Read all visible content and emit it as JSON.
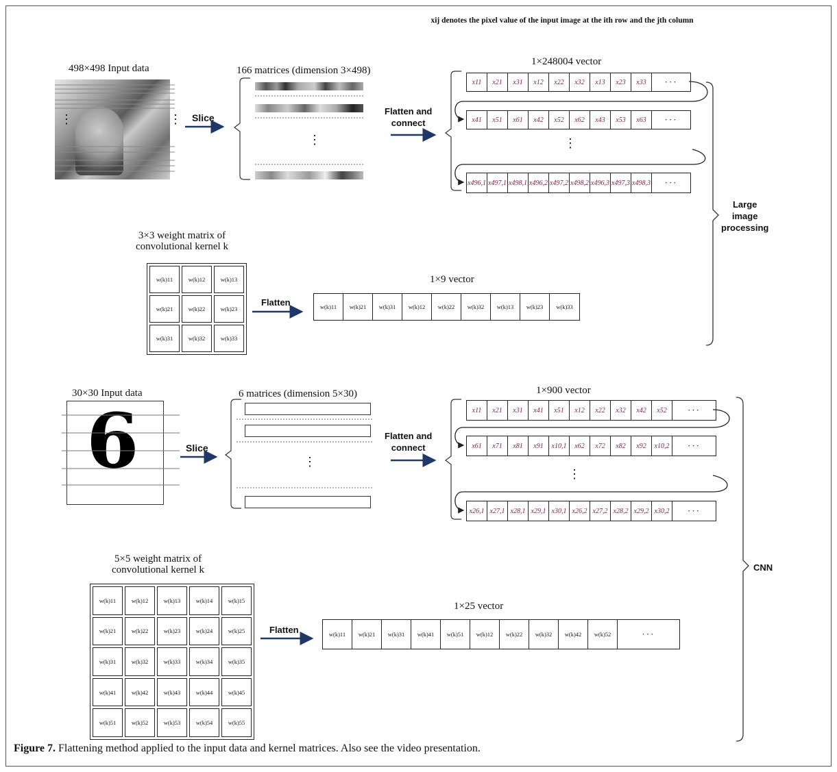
{
  "note": "xij denotes the pixel value of the input image at the ith row and the jth column",
  "top": {
    "input_label": "498×498 Input data",
    "matrices_label": "166 matrices (dimension 3×498)",
    "vector_label": "1×248004 vector",
    "slice_label": "Slice",
    "flatten_connect": [
      "Flatten and",
      "connect"
    ],
    "row1": [
      "x11",
      "x21",
      "x31",
      "x12",
      "x22",
      "x32",
      "x13",
      "x23",
      "x33",
      "···"
    ],
    "row2": [
      "x41",
      "x51",
      "x61",
      "x42",
      "x52",
      "x62",
      "x43",
      "x53",
      "x63",
      "···"
    ],
    "row3": [
      "x496,1",
      "x497,1",
      "x498,1",
      "x496,2",
      "x497,2",
      "x498,2",
      "x496,3",
      "x497,3",
      "x498,3",
      "···"
    ],
    "kernel_label": [
      "3×3 weight matrix of",
      "convolutional kernel k"
    ],
    "kernel": [
      "w(k)11",
      "w(k)12",
      "w(k)13",
      "w(k)21",
      "w(k)22",
      "w(k)23",
      "w(k)31",
      "w(k)32",
      "w(k)33"
    ],
    "flatten_label": "Flatten",
    "kvec_label": "1×9 vector",
    "kvec": [
      "w(k)11",
      "w(k)21",
      "w(k)31",
      "w(k)12",
      "w(k)22",
      "w(k)32",
      "w(k)13",
      "w(k)23",
      "w(k)33"
    ],
    "brace_label": [
      "Large",
      "image",
      "processing"
    ]
  },
  "bottom": {
    "input_label": "30×30 Input data",
    "matrices_label": "6 matrices (dimension 5×30)",
    "vector_label": "1×900 vector",
    "slice_label": "Slice",
    "flatten_connect": [
      "Flatten and",
      "connect"
    ],
    "row1": [
      "x11",
      "x21",
      "x31",
      "x41",
      "x51",
      "x12",
      "x22",
      "x32",
      "x42",
      "x52",
      "···"
    ],
    "row2": [
      "x61",
      "x71",
      "x81",
      "x91",
      "x10,1",
      "x62",
      "x72",
      "x82",
      "x92",
      "x10,2",
      "···"
    ],
    "row3": [
      "x26,1",
      "x27,1",
      "x28,1",
      "x29,1",
      "x30,1",
      "x26,2",
      "x27,2",
      "x28,2",
      "x29,2",
      "x30,2",
      "···"
    ],
    "kernel_label": [
      "5×5 weight matrix of",
      "convolutional kernel k"
    ],
    "kernel": [
      "w(k)11",
      "w(k)12",
      "w(k)13",
      "w(k)14",
      "w(k)15",
      "w(k)21",
      "w(k)22",
      "w(k)23",
      "w(k)24",
      "w(k)25",
      "w(k)31",
      "w(k)32",
      "w(k)33",
      "w(k)34",
      "w(k)35",
      "w(k)41",
      "w(k)42",
      "w(k)43",
      "w(k)44",
      "w(k)45",
      "w(k)51",
      "w(k)52",
      "w(k)53",
      "w(k)54",
      "w(k)55"
    ],
    "flatten_label": "Flatten",
    "kvec_label": "1×25 vector",
    "kvec": [
      "w(k)11",
      "w(k)21",
      "w(k)31",
      "w(k)41",
      "w(k)51",
      "w(k)12",
      "w(k)22",
      "w(k)32",
      "w(k)42",
      "w(k)52",
      "···"
    ],
    "brace_label": "CNN"
  },
  "caption": {
    "figure": "Figure 7.",
    "text": " Flattening method applied to the input data and kernel matrices. Also see the video presentation."
  },
  "colors": {
    "arrow": "#1f3868",
    "subscript_text": "#7a1f3d",
    "line": "#222222"
  }
}
